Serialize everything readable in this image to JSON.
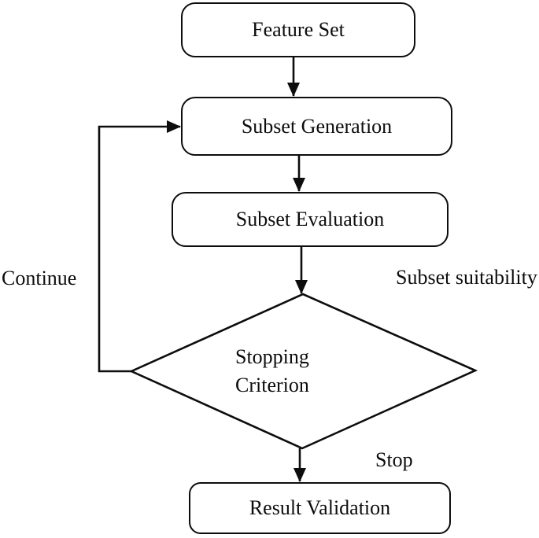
{
  "figure": {
    "background_color": "#ffffff",
    "ink_color": "#0d0d0d",
    "nodes": {
      "feature_set": {
        "label": "Feature Set",
        "shape": "rounded-rect"
      },
      "subset_generation": {
        "label": "Subset Generation",
        "shape": "rounded-rect"
      },
      "subset_evaluation": {
        "label": "Subset Evaluation",
        "shape": "rounded-rect"
      },
      "stopping_criterion": {
        "lines": [
          "Stopping",
          "Criterion"
        ],
        "shape": "diamond"
      },
      "result_validation": {
        "label": "Result Validation",
        "shape": "rounded-rect"
      }
    },
    "edges": [
      {
        "from": "feature_set",
        "to": "subset_generation",
        "label": ""
      },
      {
        "from": "subset_generation",
        "to": "subset_evaluation",
        "label": ""
      },
      {
        "from": "subset_evaluation",
        "to": "stopping_criterion",
        "label": "Subset suitability"
      },
      {
        "from": "stopping_criterion",
        "to": "result_validation",
        "label": "Stop"
      },
      {
        "from": "stopping_criterion",
        "to": "subset_generation",
        "label": "Continue"
      }
    ]
  }
}
